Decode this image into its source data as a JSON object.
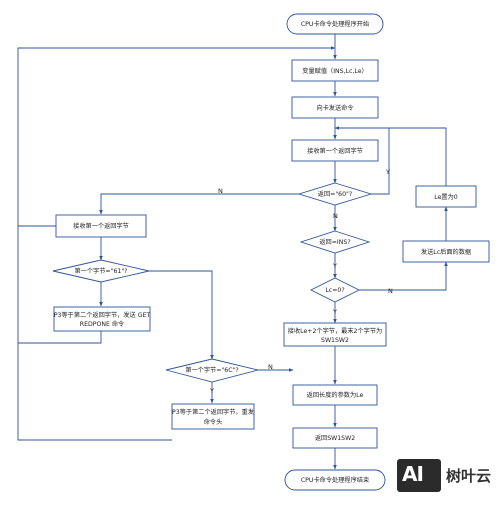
{
  "nodes": {
    "start": "CPU卡命令处理程序开始",
    "init_vars": "变量赋值（INS,Lc,Le）",
    "send_cmd": "向卡发送命令",
    "recv_first": "接收第一个返回字节",
    "check_60": "返回=\"60\"?",
    "recv_first_left": "接收第一个返回字节",
    "check_61": "第一个字节=\"61\"?",
    "p3_61_line1": "P3等于第二个返回字节，发送 GET",
    "p3_61_line2": "REDPONE 命令",
    "check_ins": "返回=INS?",
    "lc_zero": "Lc=0?",
    "recv_le_line1": "接收Le+2个字节，最末2个字节为",
    "recv_le_line2": "SW1SW2",
    "check_6c": "第一个字节=\"6C\"?",
    "p3_6c_line1": "P3等于第二个返回字节，重发",
    "p3_6c_line2": "命令头",
    "return_len": "返回长度的参数为Le",
    "return_sw": "返回SW1SW2",
    "end": "CPU卡命令处理程序结束",
    "le_set_zero": "Le置为0",
    "send_lc_data": "发送Lc后面的数据"
  },
  "labels": {
    "n_60": "N",
    "y_60": "Y",
    "n_ins": "N",
    "y_ins": "Y",
    "n_lc": "N",
    "y_lc": "Y",
    "n_6c": "N",
    "y_6c": "Y"
  },
  "watermark": {
    "logo": "AI",
    "name": "树叶云"
  }
}
